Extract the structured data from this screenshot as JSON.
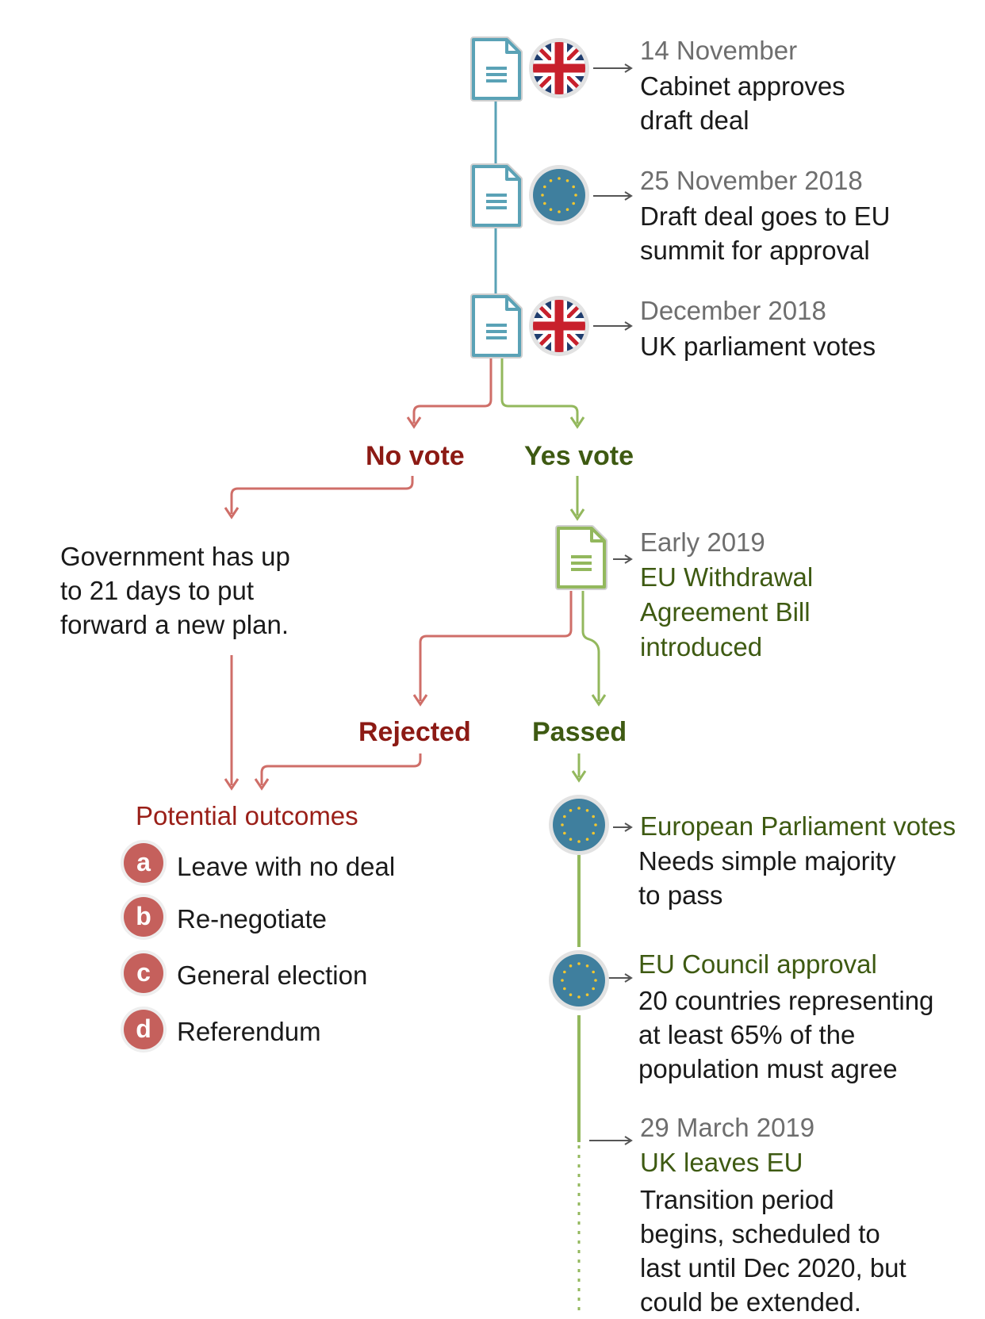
{
  "colors": {
    "doc_blue": "#5aa2b6",
    "doc_green": "#93b85d",
    "red_line": "#cf6e68",
    "green_line": "#93b85d",
    "eu_blue": "#3f7f9e",
    "eu_star": "#f2c62e",
    "uk_blue": "#1f3d6e",
    "uk_red": "#c8202c",
    "badge": "#c5605c"
  },
  "steps": [
    {
      "date": "14 November",
      "line1": "Cabinet approves",
      "line2": "draft deal",
      "icon": "uk-flag-icon"
    },
    {
      "date": "25 November 2018",
      "line1": "Draft deal goes to EU",
      "line2": "summit for approval",
      "icon": "eu-flag-icon"
    },
    {
      "date": "December 2018",
      "line1": "UK parliament votes",
      "icon": "uk-flag-icon"
    }
  ],
  "branches": {
    "no_vote": "No vote",
    "yes_vote": "Yes vote",
    "rejected": "Rejected",
    "passed": "Passed"
  },
  "government": {
    "line1": "Government has up",
    "line2": "to 21 days to put",
    "line3": "forward a new plan."
  },
  "bill": {
    "date": "Early 2019",
    "line1": "EU Withdrawal",
    "line2": "Agreement Bill",
    "line3": "introduced"
  },
  "outcomes": {
    "title": "Potential outcomes",
    "items": [
      {
        "letter": "a",
        "label": "Leave with no deal"
      },
      {
        "letter": "b",
        "label": "Re-negotiate"
      },
      {
        "letter": "c",
        "label": "General election"
      },
      {
        "letter": "d",
        "label": "Referendum"
      }
    ]
  },
  "ep": {
    "title": "European Parliament votes",
    "line1": "Needs simple majority",
    "line2": "to pass"
  },
  "council": {
    "title": "EU Council approval",
    "line1": "20 countries representing",
    "line2": "at least 65% of the",
    "line3": "population must agree"
  },
  "leave": {
    "date": "29 March 2019",
    "title": "UK leaves EU",
    "line1": "Transition period",
    "line2": "begins, scheduled to",
    "line3": "last until Dec 2020, but",
    "line4": "could be extended."
  }
}
